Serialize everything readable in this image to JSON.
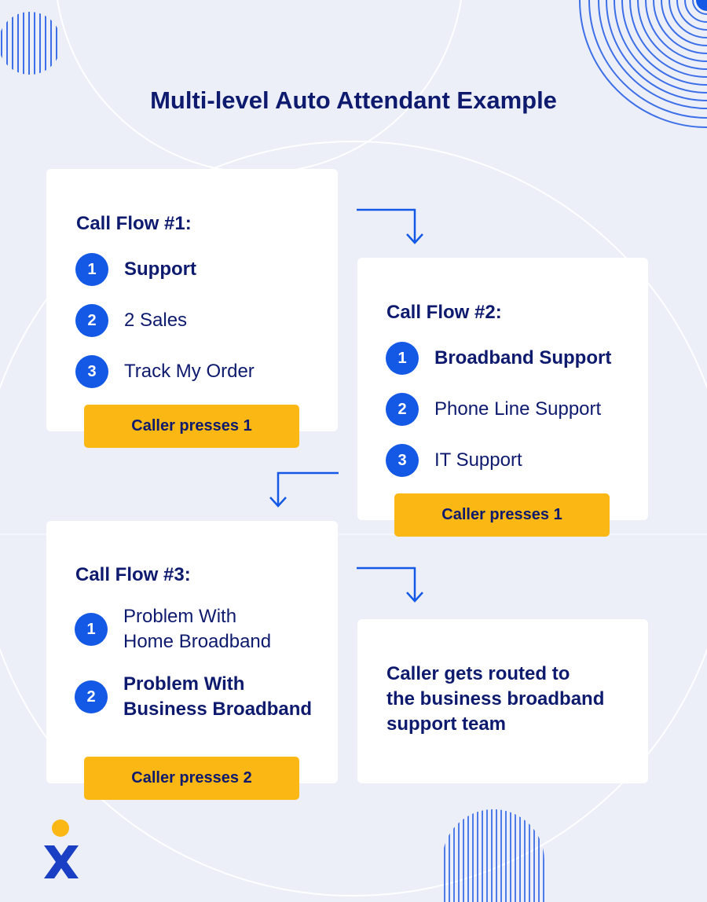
{
  "title": "Multi-level Auto Attendant Example",
  "flows": [
    {
      "heading": "Call Flow #1:",
      "options": [
        {
          "num": "1",
          "label": "Support"
        },
        {
          "num": "2",
          "label": "2 Sales"
        },
        {
          "num": "3",
          "label": "Track My Order"
        }
      ],
      "action": "Caller presses 1"
    },
    {
      "heading": "Call Flow #2:",
      "options": [
        {
          "num": "1",
          "label": "Broadband Support"
        },
        {
          "num": "2",
          "label": "Phone Line Support"
        },
        {
          "num": "3",
          "label": "IT Support"
        }
      ],
      "action": "Caller presses 1"
    },
    {
      "heading": "Call Flow #3:",
      "options": [
        {
          "num": "1",
          "label_lines": [
            "Problem With",
            "Home Broadband"
          ]
        },
        {
          "num": "2",
          "label_lines": [
            "Problem With",
            "Business Broadband"
          ]
        }
      ],
      "action": "Caller presses 2"
    }
  ],
  "result_lines": [
    "Caller gets routed to",
    "the business broadband",
    "support team"
  ],
  "colors": {
    "background": "#eceff8",
    "navy": "#0d1a6e",
    "accent_blue": "#1458e6",
    "action_yellow": "#fbb714"
  },
  "logo_icon": "company-x-logo-icon"
}
